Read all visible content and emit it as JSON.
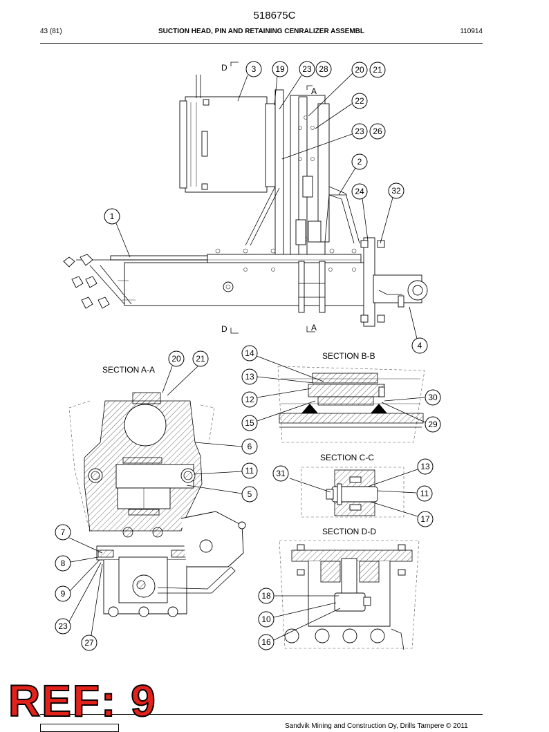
{
  "header": {
    "doc_number": "518675C",
    "page": "43 (81)",
    "title": "SUCTION HEAD, PIN AND RETAINING CENRALIZER ASSEMBL",
    "date_code": "110914"
  },
  "sections": {
    "aa": "SECTION A-A",
    "bb": "SECTION B-B",
    "cc": "SECTION C-C",
    "dd": "SECTION D-D"
  },
  "cut_marks": {
    "d_top": "D",
    "a_top": "A",
    "d_bottom": "D",
    "a_bottom": "A"
  },
  "callouts": {
    "main": [
      "3",
      "19",
      "23",
      "28",
      "20",
      "21",
      "22",
      "23",
      "26",
      "2",
      "24",
      "32",
      "1",
      "4"
    ],
    "aa": [
      "20",
      "21",
      "6",
      "11",
      "5",
      "7",
      "8",
      "9",
      "23",
      "27"
    ],
    "bb": [
      "14",
      "13",
      "12",
      "15",
      "30",
      "29"
    ],
    "cc": [
      "31",
      "13",
      "11",
      "17"
    ],
    "dd": [
      "18",
      "10",
      "16"
    ]
  },
  "ref_label": "REF: 9",
  "footer": "Sandvik Mining and Construction Oy, Drills Tampere © 2011",
  "colors": {
    "ref": "#e3221c",
    "line": "#000000"
  }
}
